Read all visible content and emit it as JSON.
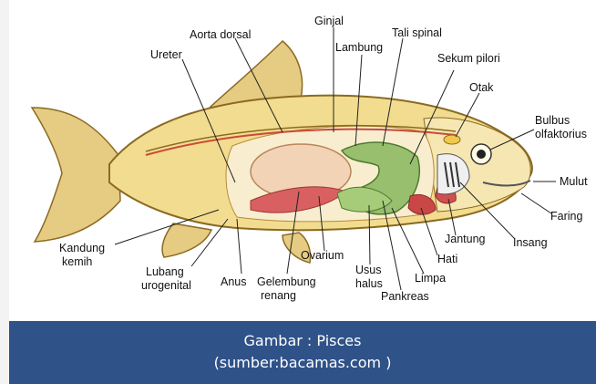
{
  "labels": {
    "aorta": "Aorta dorsal",
    "ginjal": "Ginjal",
    "tali_spinal": "Tali spinal",
    "ureter": "Ureter",
    "lambung": "Lambung",
    "sekum": "Sekum pilori",
    "otak": "Otak",
    "bulbus_1": "Bulbus",
    "bulbus_2": "olfaktorius",
    "mulut": "Mulut",
    "faring": "Faring",
    "insang": "Insang",
    "jantung": "Jantung",
    "hati": "Hati",
    "limpa": "Limpa",
    "pankreas": "Pankreas",
    "usus_1": "Usus",
    "usus_2": "halus",
    "ovarium": "Ovarium",
    "gelembung_1": "Gelembung",
    "gelembung_2": "renang",
    "anus": "Anus",
    "lubang_1": "Lubang",
    "lubang_2": "urogenital",
    "kandung_1": "Kandung",
    "kandung_2": "kemih"
  },
  "caption": {
    "line1": "Gambar : Pisces",
    "line2": "(sumber:bacamas.com )"
  },
  "colors": {
    "caption_bg": "#2f5289",
    "fin": "#e8d08a",
    "body": "#f2dc8f",
    "organ_green": "#97bf6e",
    "organ_red": "#d94a4a"
  }
}
